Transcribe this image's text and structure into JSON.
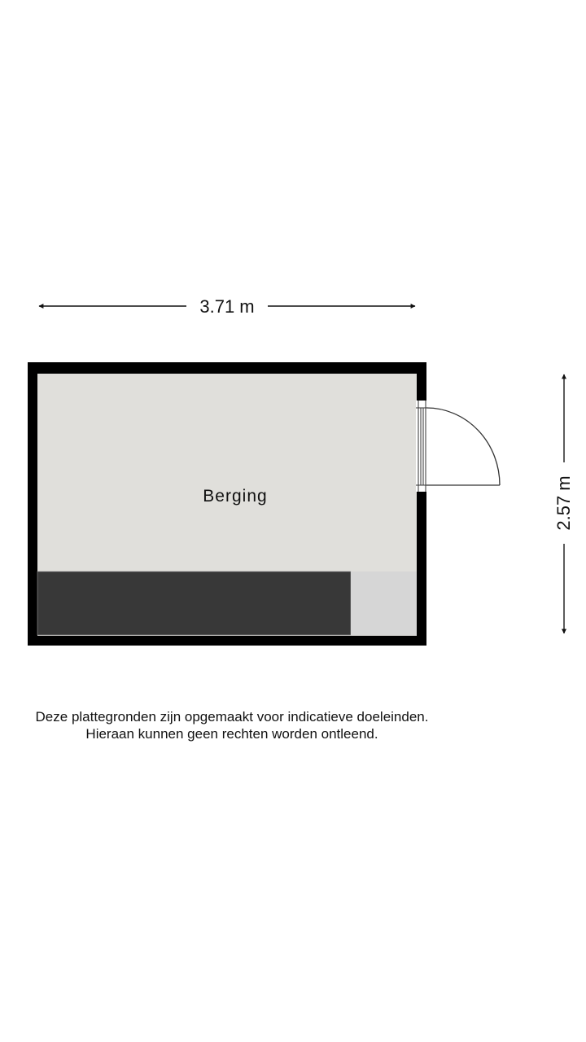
{
  "floorplan": {
    "dimensions": {
      "width_label": "3.71 m",
      "height_label": "2.57 m"
    },
    "rooms": [
      {
        "name": "Berging"
      }
    ],
    "colors": {
      "wall": "#000000",
      "floor": "#e0dfdb",
      "cabinet_dark": "#383838",
      "cabinet_light": "#d6d6d6",
      "door_line": "#333333",
      "dimension_line": "#111111"
    }
  },
  "disclaimer": {
    "line1": "Deze plattegronden zijn opgemaakt voor indicatieve doeleinden.",
    "line2": "Hieraan kunnen geen rechten worden ontleend."
  }
}
